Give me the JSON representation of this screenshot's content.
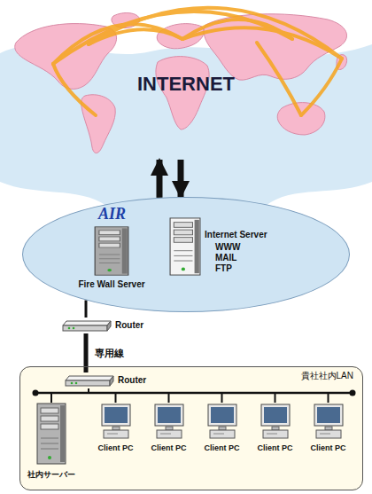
{
  "diagram": {
    "nodes": [
      {
        "text": [
          "INTERNET"
        ]
      },
      {
        "text": [
          "AIR"
        ]
      },
      {
        "text": [
          "Fire Wall Server"
        ],
        "in": 1
      },
      {
        "text": [
          "Internet Server",
          "WWW MAIL FTP"
        ],
        "in": 1
      },
      {
        "text": [
          "Router"
        ]
      },
      {
        "text": [
          "貴社社内LAN"
        ]
      },
      {
        "text": [
          "Router"
        ],
        "in": 5
      },
      {
        "text": [
          "社内サーバー"
        ],
        "in": 5
      },
      {
        "text": [
          "Client PC"
        ],
        "in": 5
      },
      {
        "text": [
          "Client PC"
        ],
        "in": 5
      },
      {
        "text": [
          "Client PC"
        ],
        "in": 5
      },
      {
        "text": [
          "Client PC"
        ],
        "in": 5
      },
      {
        "text": [
          "Client PC"
        ],
        "in": 5
      }
    ],
    "edges": [
      {
        "from": 1,
        "to": 0,
        "arrow": "to"
      },
      {
        "from": 0,
        "to": 1,
        "arrow": "to"
      },
      {
        "from": 1,
        "to": 4,
        "arrow": "none"
      },
      {
        "from": 4,
        "to": 6,
        "arrow": "none",
        "label": "専用線"
      },
      {
        "from": 6,
        "to": 7,
        "arrow": "none"
      },
      {
        "from": 6,
        "to": 8,
        "arrow": "none"
      },
      {
        "from": 6,
        "to": 9,
        "arrow": "none"
      },
      {
        "from": 6,
        "to": 10,
        "arrow": "none"
      },
      {
        "from": 6,
        "to": 11,
        "arrow": "none"
      },
      {
        "from": 6,
        "to": 12,
        "arrow": "none"
      }
    ]
  }
}
